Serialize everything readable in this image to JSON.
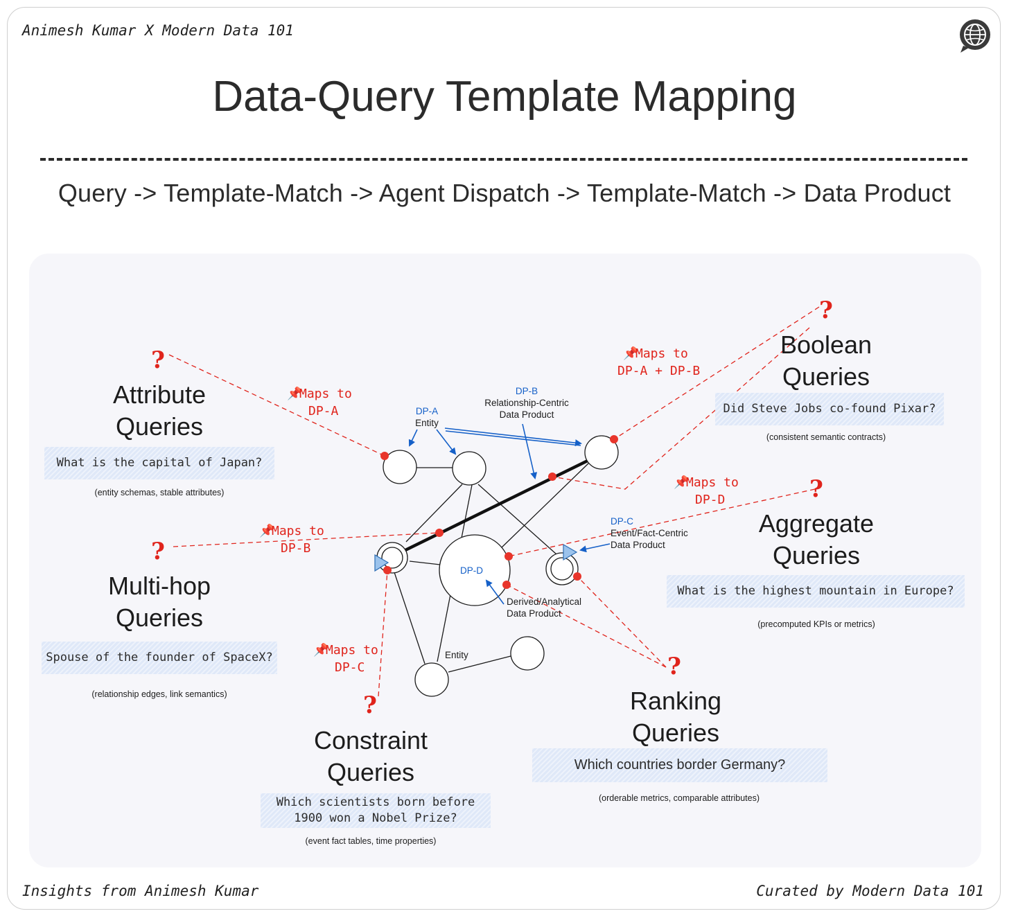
{
  "header": {
    "left": "Animesh Kumar X Modern Data 101",
    "logo_icon": "globe-chat-icon"
  },
  "title": "Data-Query Template Mapping",
  "pipeline": "Query -> Template-Match -> Agent Dispatch -> Template-Match -> Data Product",
  "footer": {
    "left": "Insights from Animesh Kumar",
    "right": "Curated by Modern Data 101"
  },
  "queries": {
    "attribute": {
      "title1": "Attribute",
      "title2": "Queries",
      "example": "What is the capital of Japan?",
      "note": "(entity schemas, stable attributes)",
      "mark": "?"
    },
    "multihop": {
      "title1": "Multi-hop",
      "title2": "Queries",
      "example": "Spouse of the founder of SpaceX?",
      "note": "(relationship edges, link semantics)",
      "mark": "?"
    },
    "constraint": {
      "title1": "Constraint",
      "title2": "Queries",
      "example_line1": "Which scientists born before",
      "example_line2": "1900 won a Nobel Prize?",
      "note": "(event fact tables, time properties)",
      "mark": "?"
    },
    "ranking": {
      "title1": "Ranking",
      "title2": "Queries",
      "example": "Which countries border Germany?",
      "note": "(orderable metrics, comparable attributes)",
      "mark": "?"
    },
    "aggregate": {
      "title1": "Aggregate",
      "title2": "Queries",
      "example": "What is the highest mountain in Europe?",
      "note": "(precomputed KPIs or metrics)",
      "mark": "?"
    },
    "boolean": {
      "title1": "Boolean",
      "title2": "Queries",
      "example": "Did Steve Jobs co-found Pixar?",
      "note": "(consistent semantic contracts)",
      "mark": "?"
    }
  },
  "mappings": {
    "dp_a": {
      "line1": "Maps to",
      "line2": "DP-A"
    },
    "dp_b": {
      "line1": "Maps to",
      "line2": "DP-B"
    },
    "dp_c": {
      "line1": "Maps to",
      "line2": "DP-C"
    },
    "dp_d": {
      "line1": "Maps to",
      "line2": "DP-D"
    },
    "dp_ab": {
      "line1": "Maps to",
      "line2": "DP-A + DP-B"
    },
    "pin_icon": "pushpin-icon"
  },
  "data_products": {
    "dp_a": {
      "code": "DP-A",
      "label": "Entity"
    },
    "dp_b": {
      "code": "DP-B",
      "label1": "Relationship-Centric",
      "label2": "Data Product"
    },
    "dp_c": {
      "code": "DP-C",
      "label1": "Event/Fact-Centric",
      "label2": "Data Product"
    },
    "dp_d": {
      "code": "DP-D",
      "label1": "Derived/Analytical",
      "label2": "Data Product"
    },
    "entity_label": "Entity"
  },
  "colors": {
    "accent_red": "#e0241c",
    "dp_blue": "#1560c8",
    "panel_bg": "#f6f6fa",
    "box_bg": "#dfe8f8"
  }
}
